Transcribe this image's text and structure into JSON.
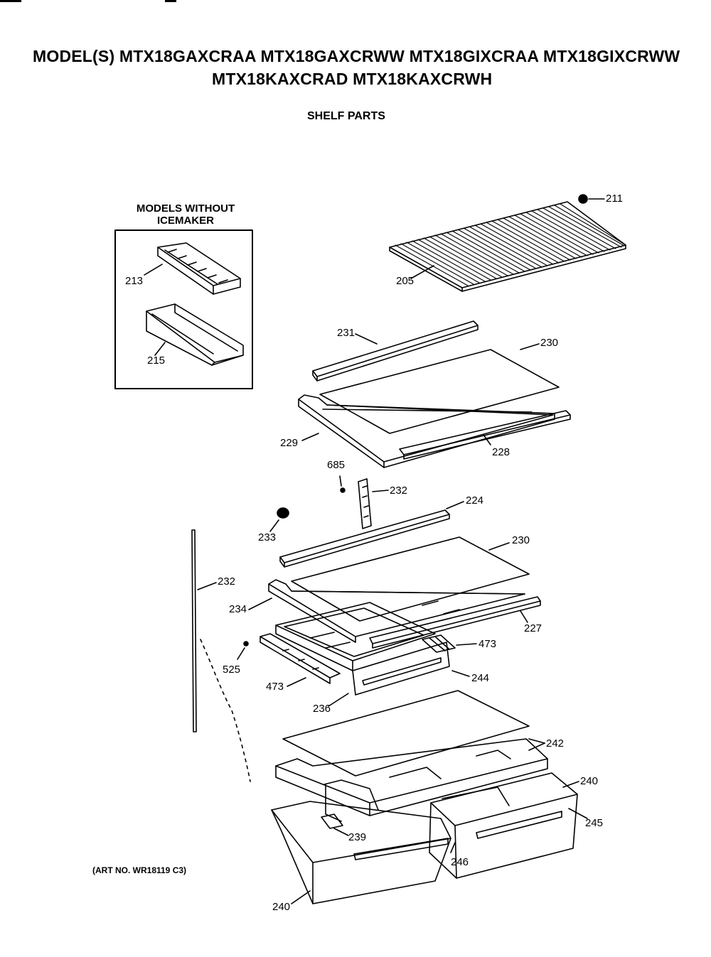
{
  "header": {
    "models_line1": "MODEL(S) MTX18GAXCRAA  MTX18GAXCRWW  MTX18GIXCRAA  MTX18GIXCRWW",
    "models_line2": "MTX18KAXCRAD  MTX18KAXCRWH",
    "section_title": "SHELF PARTS"
  },
  "inset": {
    "title_line1": "MODELS WITHOUT",
    "title_line2": "ICEMAKER"
  },
  "art_number": "(ART NO. WR18119 C3)",
  "callouts": {
    "c211": "211",
    "c205": "205",
    "c213": "213",
    "c215": "215",
    "c231": "231",
    "c230a": "230",
    "c229": "229",
    "c228": "228",
    "c685": "685",
    "c232a": "232",
    "c224": "224",
    "c233": "233",
    "c230b": "230",
    "c232b": "232",
    "c234": "234",
    "c227": "227",
    "c473a": "473",
    "c525": "525",
    "c473b": "473",
    "c244": "244",
    "c236": "236",
    "c242": "242",
    "c240a": "240",
    "c245": "245",
    "c239": "239",
    "c246": "246",
    "c240b": "240"
  }
}
